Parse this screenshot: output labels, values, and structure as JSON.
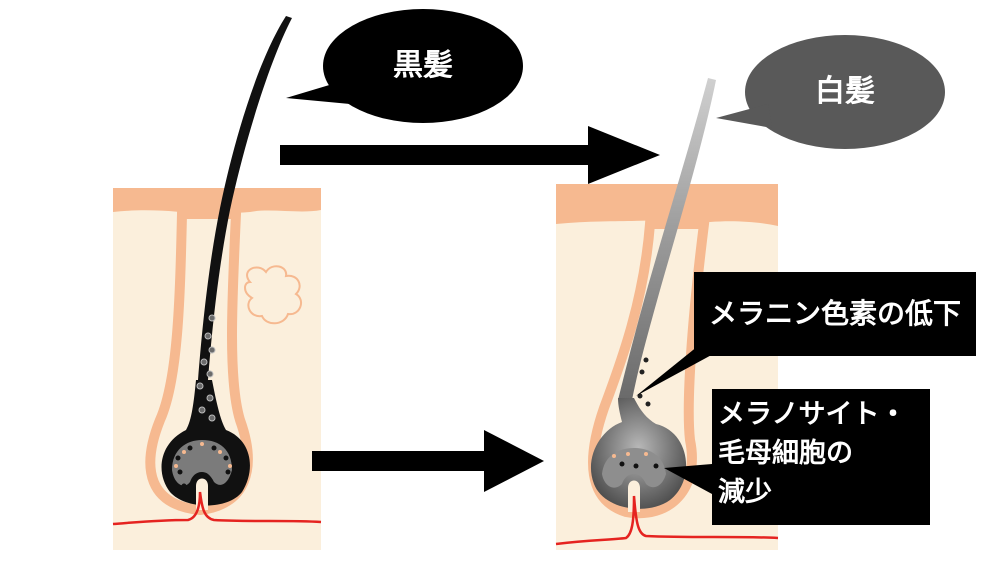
{
  "bubbles": {
    "black_hair": "黒髪",
    "white_hair": "白髪"
  },
  "callouts": {
    "melanin": "メラニン色素の低下",
    "melanocyte_lines": [
      "メラノサイト・",
      "毛母細胞の",
      "減少"
    ]
  },
  "colors": {
    "skin": "#fbefdc",
    "epidermis": "#f6b990",
    "blood_vessel": "#e52320",
    "black_hair": "#111111",
    "white_hair": "#a8a8a8",
    "bubble_dark": "#000000",
    "bubble_gray": "#595959",
    "arrow": "#000000"
  },
  "icons": {
    "arrow_top": "right-arrow-icon",
    "arrow_bottom": "right-arrow-icon"
  }
}
